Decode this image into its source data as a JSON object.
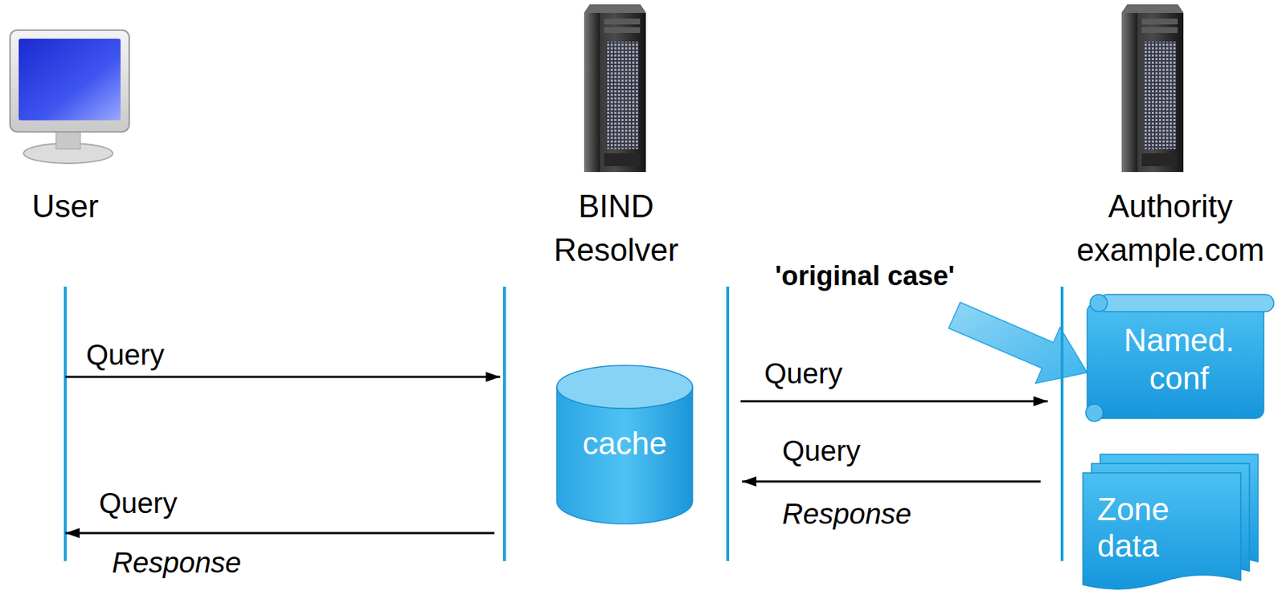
{
  "diagram": {
    "nodes": [
      {
        "text": [
          "User"
        ]
      },
      {
        "text": [
          "BIND Resolver"
        ]
      },
      {
        "text": [
          "Authority example.com"
        ]
      },
      {
        "text": [
          "cache"
        ]
      },
      {
        "text": [
          "Named. conf"
        ]
      },
      {
        "text": [
          "Zone data"
        ]
      }
    ],
    "edges": [
      {
        "from": 0,
        "to": 1,
        "label": "Query",
        "arrow": "to"
      },
      {
        "from": 1,
        "to": 2,
        "label": "Query",
        "arrow": "to"
      },
      {
        "from": 2,
        "to": 1,
        "label": "Query",
        "arrow": "to"
      },
      {
        "from": 1,
        "to": 0,
        "label": "Query",
        "arrow": "to"
      }
    ],
    "labels": [
      "'original case'",
      "Response",
      "Response"
    ]
  }
}
